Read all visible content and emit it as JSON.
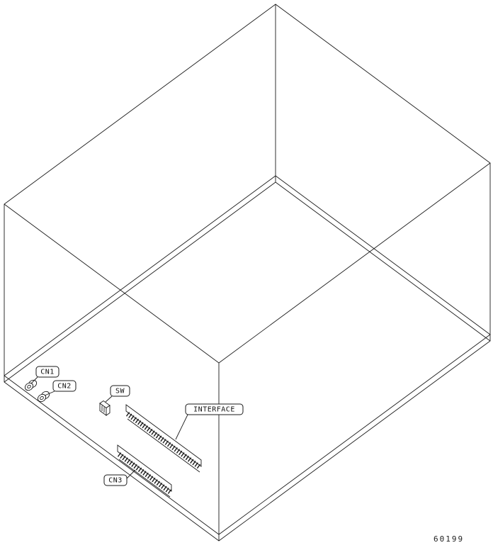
{
  "figure": {
    "number": "60199"
  },
  "component_labels": {
    "cn1": "CN1",
    "cn2": "CN2",
    "sw": "SW",
    "interface": "INTERFACE",
    "cn3": "CN3"
  },
  "colors": {
    "line": "#1a1a1a",
    "background": "#ffffff"
  }
}
